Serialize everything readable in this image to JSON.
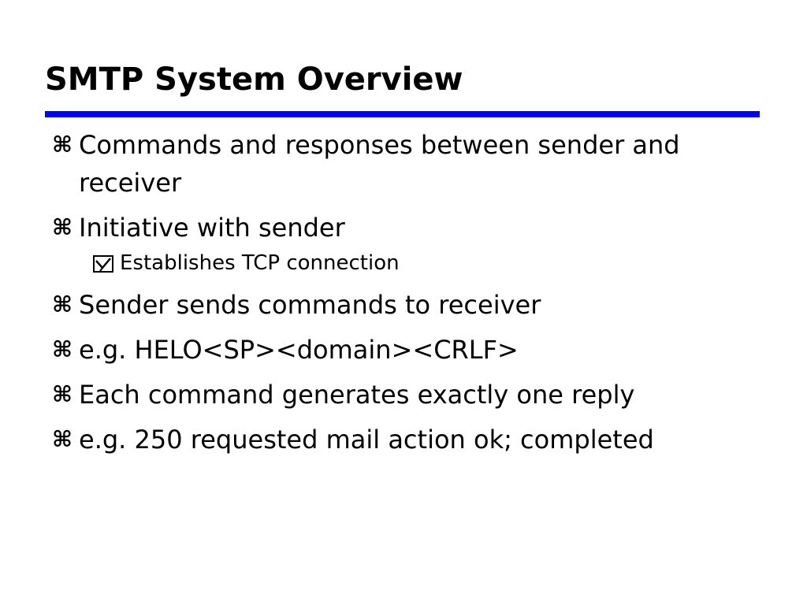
{
  "slide": {
    "title": "SMTP System Overview",
    "accent_color": "#0000ff",
    "bullet_icon": "command-key-icon",
    "sub_bullet_icon": "checked-box-icon",
    "bullets": [
      {
        "level": 1,
        "text": "Commands and responses between sender and receiver"
      },
      {
        "level": 1,
        "text": "Initiative with sender"
      },
      {
        "level": 2,
        "text": "Establishes TCP connection"
      },
      {
        "level": 1,
        "text": "Sender sends commands to receiver"
      },
      {
        "level": 1,
        "text": "e.g. HELO<SP><domain><CRLF>"
      },
      {
        "level": 1,
        "text": "Each command generates exactly one reply"
      },
      {
        "level": 1,
        "text": "e.g. 250 requested mail action ok; completed"
      }
    ]
  }
}
